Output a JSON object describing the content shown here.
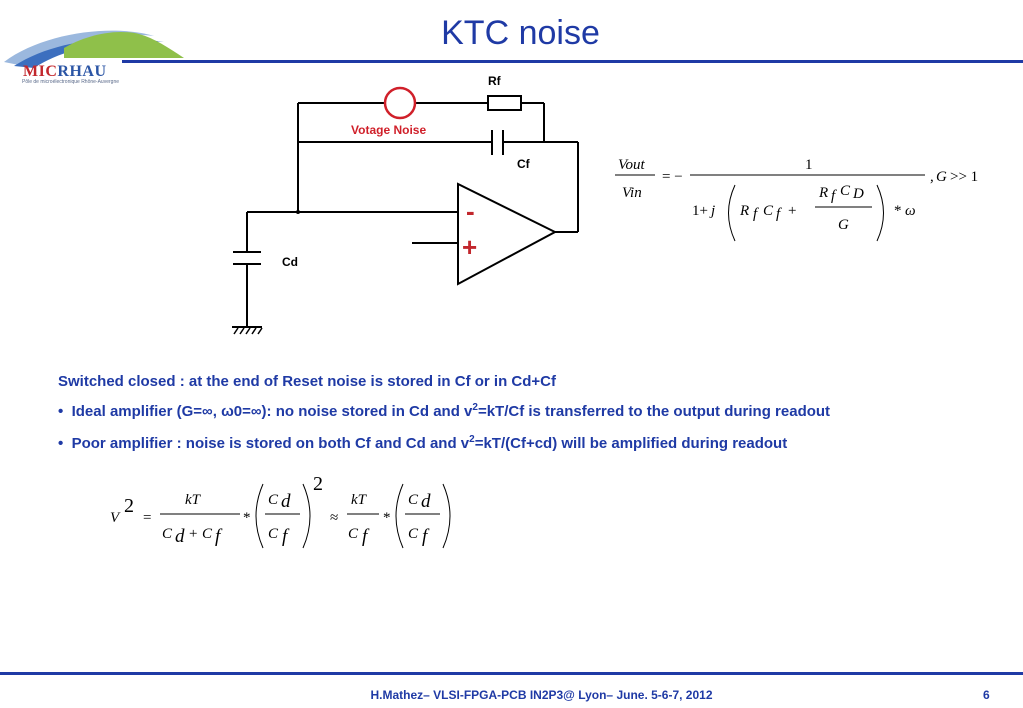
{
  "slide": {
    "title": "KTC noise",
    "logo": {
      "text_mic": "MIC",
      "text_rhau": "RHAU",
      "subtitle": "Pôle de microélectronique Rhône-Auvergne"
    },
    "circuit": {
      "label_rf": "Rf",
      "label_noise": "Votage Noise",
      "label_cf": "Cf",
      "label_cd": "Cd",
      "minus_sign": "-",
      "plus_sign": "+"
    },
    "bullets": {
      "heading": "Switched closed : at the end of Reset noise is stored in Cf or in Cd+Cf",
      "item1_a": "Ideal amplifier (G=∞, ω0=∞): no noise stored in Cd and v",
      "item1_sup": "2",
      "item1_b": "=kT/Cf  is transferred to the output during readout",
      "item2_a": "Poor amplifier : noise is  stored on both Cf and  Cd and v",
      "item2_sup": "2",
      "item2_b": "=kT/(Cf+cd) will be amplified during readout"
    },
    "footer": {
      "text": "H.Mathez– VLSI-FPGA-PCB  IN2P3@ Lyon– June. 5-6-7, 2012",
      "page": "6"
    },
    "colors": {
      "title": "#1f3aa5",
      "accent_red": "#c2272d",
      "noise_red": "#d0202a"
    }
  }
}
